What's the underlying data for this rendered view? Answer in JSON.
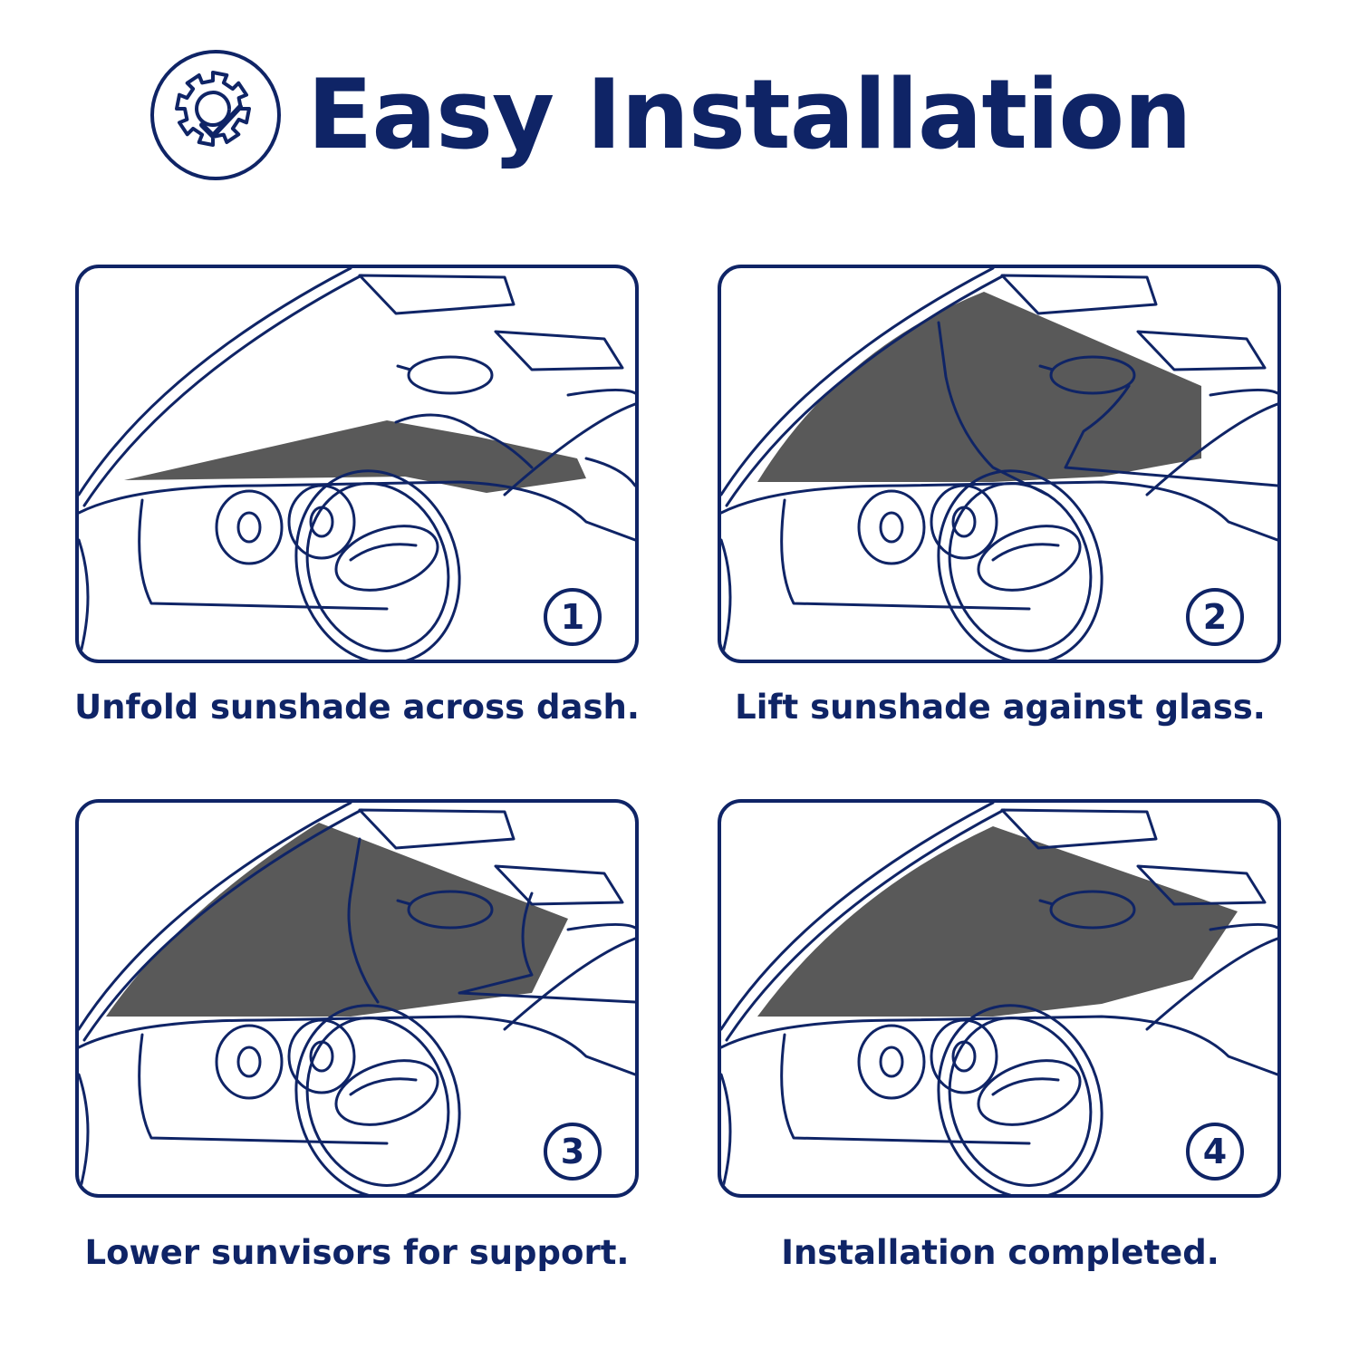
{
  "title": "Easy Installation",
  "colors": {
    "navy": "#0f2466",
    "shade": "#595959",
    "background": "#ffffff"
  },
  "title_icon": "gear-check-icon",
  "steps": [
    {
      "number": "1",
      "caption": "Unfold sunshade across dash."
    },
    {
      "number": "2",
      "caption": "Lift sunshade against glass."
    },
    {
      "number": "3",
      "caption": "Lower sunvisors for support."
    },
    {
      "number": "4",
      "caption": "Installation completed."
    }
  ]
}
